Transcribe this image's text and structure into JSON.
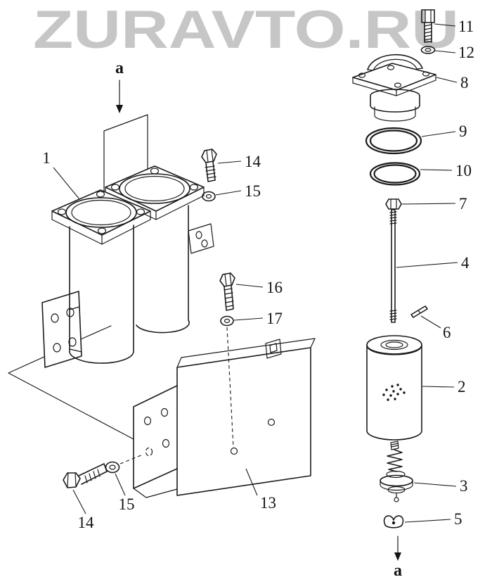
{
  "watermark": {
    "text": "ZURAVTO.RU",
    "color": "#c6c6c6"
  },
  "section_markers": {
    "top": "a",
    "bottom": "a"
  },
  "colors": {
    "background": "#ffffff",
    "line": "#1b1b1b",
    "watermark": "#c6c6c6"
  },
  "callouts": [
    {
      "id": "filter-head-assembly",
      "label": "1"
    },
    {
      "id": "bolt-head-mount",
      "label": "14"
    },
    {
      "id": "washer-head-mount",
      "label": "15"
    },
    {
      "id": "bolt-bracket-upper",
      "label": "16"
    },
    {
      "id": "washer-bracket-upper",
      "label": "17"
    },
    {
      "id": "mounting-bracket",
      "label": "13"
    },
    {
      "id": "bolt-bracket-lower",
      "label": "14"
    },
    {
      "id": "washer-bracket-lower",
      "label": "15"
    },
    {
      "id": "cover-bolt",
      "label": "11"
    },
    {
      "id": "cover-washer",
      "label": "12"
    },
    {
      "id": "filter-cover",
      "label": "8"
    },
    {
      "id": "o-ring-outer",
      "label": "9"
    },
    {
      "id": "o-ring-inner",
      "label": "10"
    },
    {
      "id": "stud-nut",
      "label": "7"
    },
    {
      "id": "center-stud",
      "label": "4"
    },
    {
      "id": "cotter-pin",
      "label": "6"
    },
    {
      "id": "filter-element",
      "label": "2"
    },
    {
      "id": "bypass-valve",
      "label": "3"
    },
    {
      "id": "retainer-clip",
      "label": "5"
    }
  ]
}
